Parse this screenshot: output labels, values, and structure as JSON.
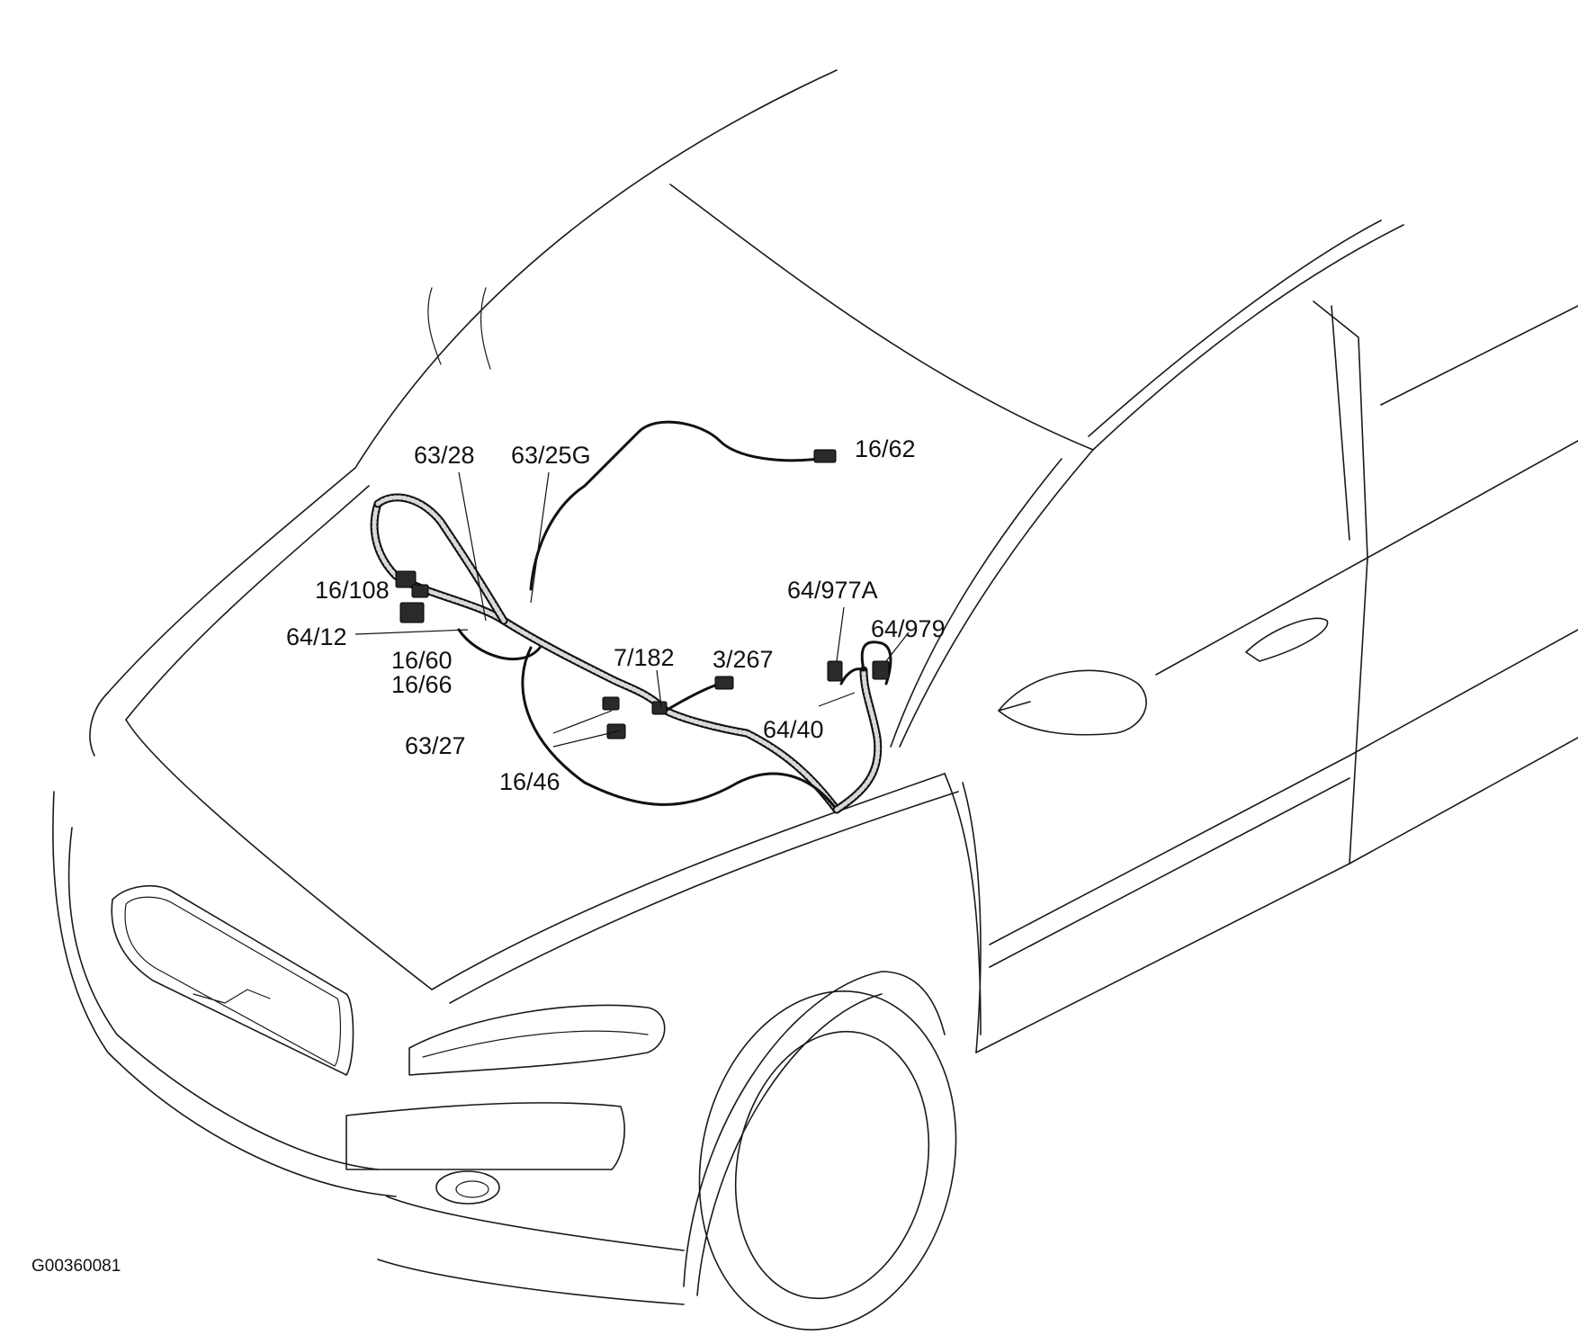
{
  "labels": {
    "l_16_62": "16/62",
    "l_63_28": "63/28",
    "l_63_25G": "63/25G",
    "l_16_108": "16/108",
    "l_64_12": "64/12",
    "l_16_60": "16/60",
    "l_16_66": "16/66",
    "l_7_182": "7/182",
    "l_3_267": "3/267",
    "l_63_27": "63/27",
    "l_16_46": "16/46",
    "l_64_977A": "64/977A",
    "l_64_979": "64/979",
    "l_64_40": "64/40"
  },
  "figure_code": "G00360081"
}
